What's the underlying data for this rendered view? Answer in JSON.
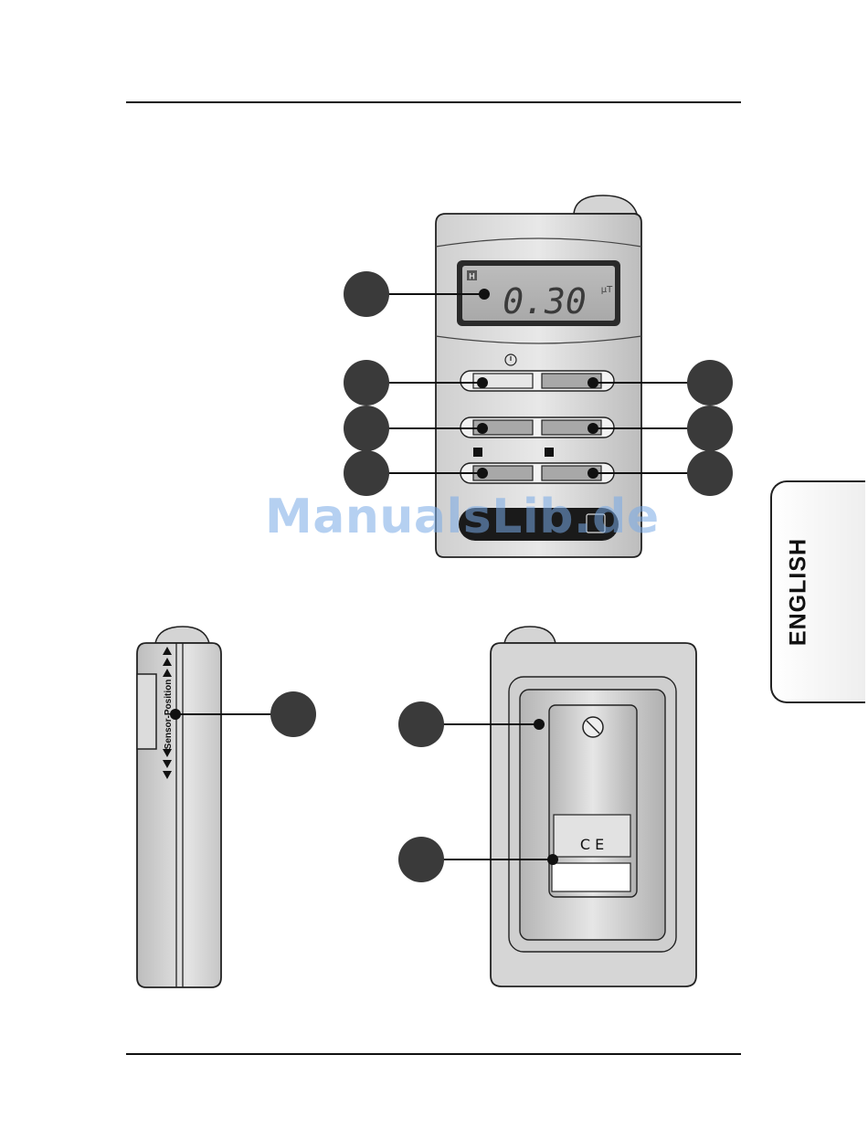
{
  "display": {
    "hold_indicator": "H",
    "reading": "0.30",
    "unit": "µT"
  },
  "side_view": {
    "sensor_label": "Sensor-Position"
  },
  "back_view": {
    "ce_mark": "C E"
  },
  "language_tab": "ENGLISH",
  "watermark": "ManualsLib.de",
  "colors": {
    "callout_fill": "#3a3a3a",
    "device_body": "#d9d9d9",
    "lcd": "#b4b4b4"
  }
}
